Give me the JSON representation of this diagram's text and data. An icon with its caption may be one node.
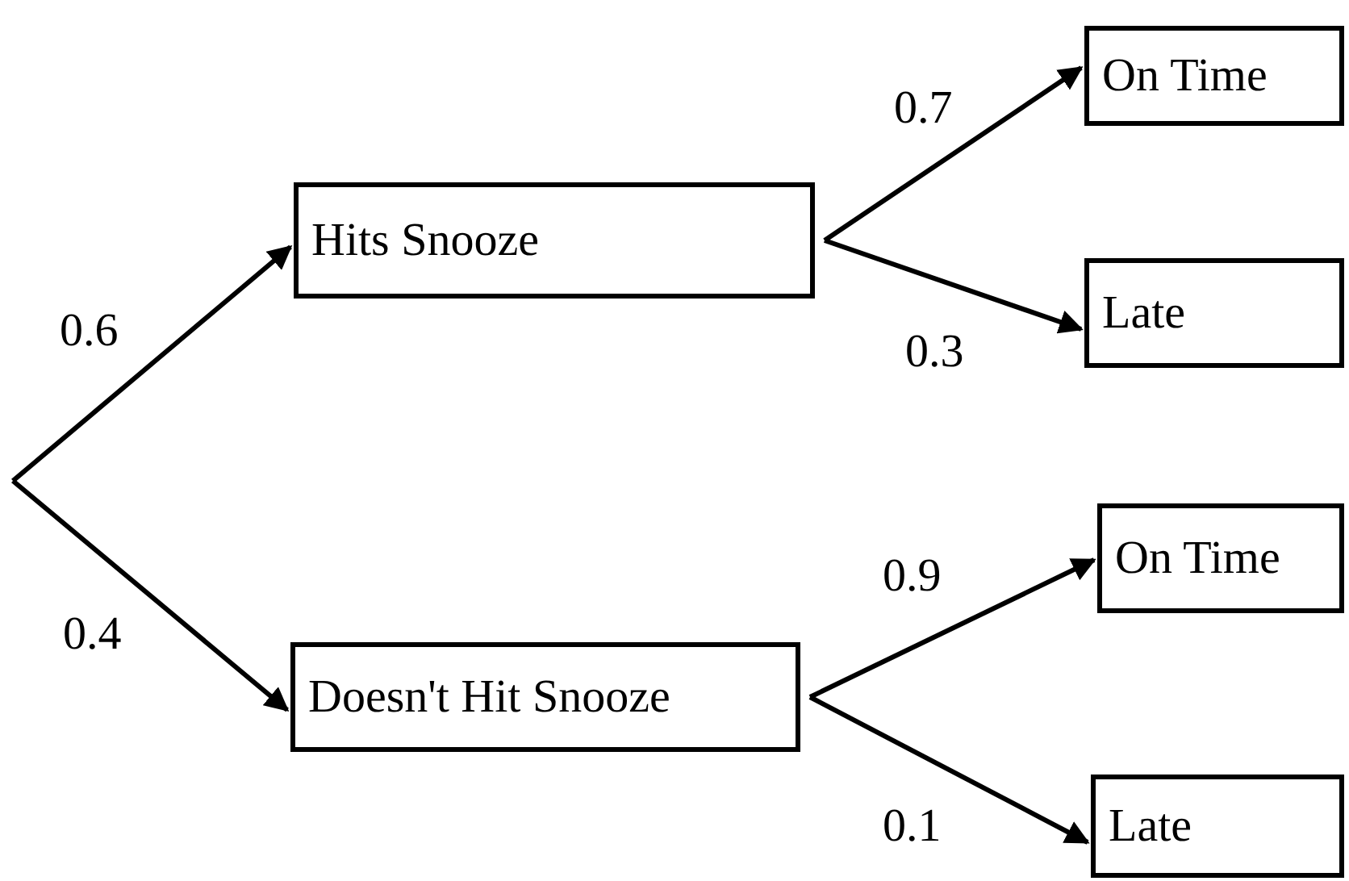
{
  "diagram": {
    "nodes": [
      {
        "text": [
          "Hits Snooze"
        ]
      },
      {
        "text": [
          "Doesn't Hit Snooze"
        ]
      },
      {
        "text": [
          "On Time"
        ]
      },
      {
        "text": [
          "Late"
        ]
      },
      {
        "text": [
          "On Time"
        ]
      },
      {
        "text": [
          "Late"
        ]
      }
    ],
    "edges": [
      {
        "from": null,
        "to": 0,
        "arrow": "to",
        "label": "0.6"
      },
      {
        "from": null,
        "to": 1,
        "arrow": "to",
        "label": "0.4"
      },
      {
        "from": 0,
        "to": 2,
        "arrow": "to",
        "label": "0.7"
      },
      {
        "from": 0,
        "to": 3,
        "arrow": "to",
        "label": "0.3"
      },
      {
        "from": 1,
        "to": 4,
        "arrow": "to",
        "label": "0.9"
      },
      {
        "from": 1,
        "to": 5,
        "arrow": "to",
        "label": "0.1"
      }
    ]
  }
}
